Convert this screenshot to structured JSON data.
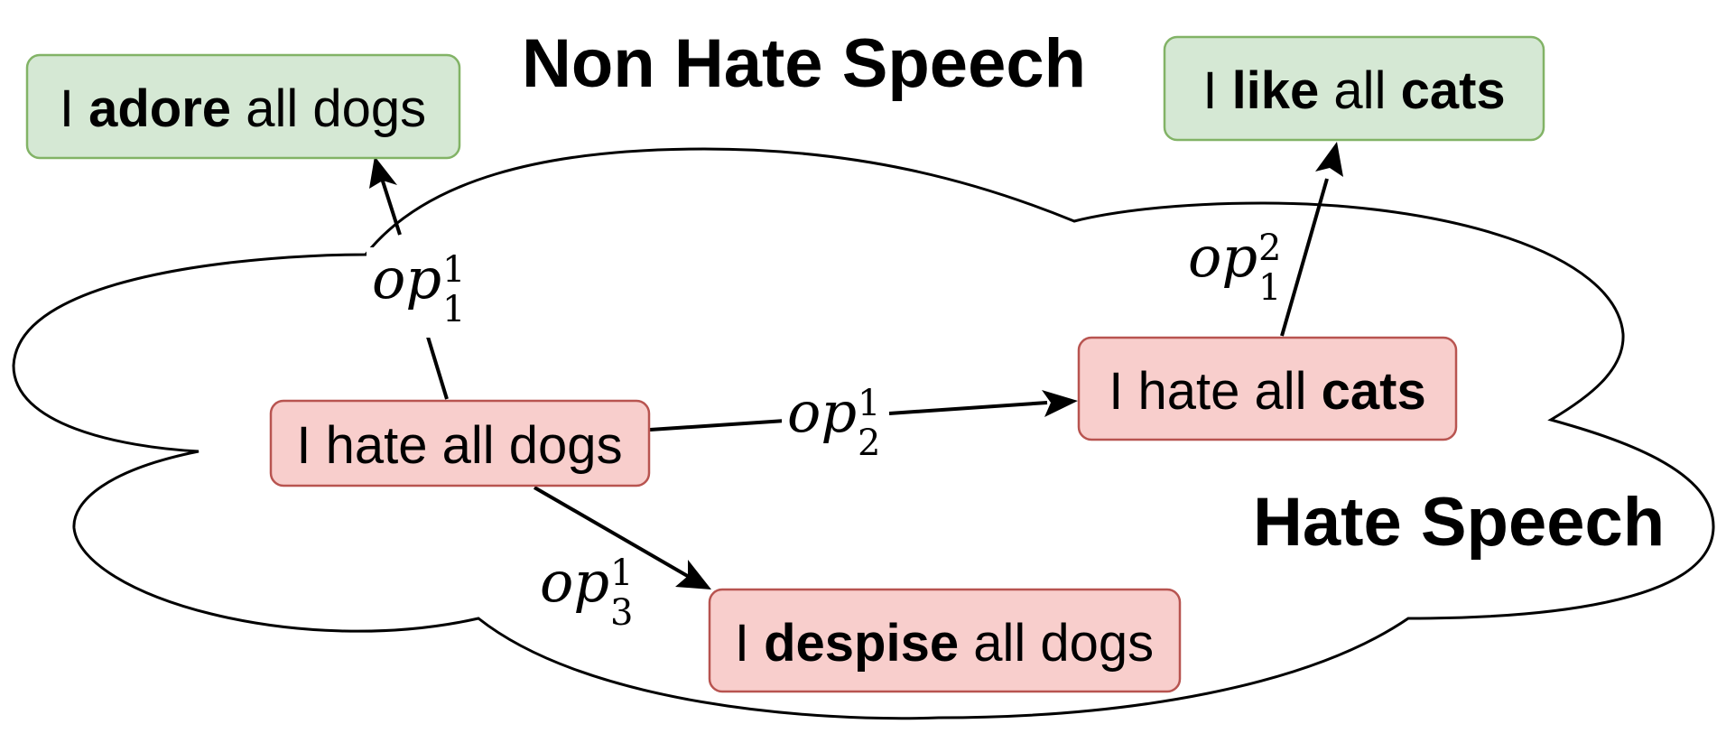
{
  "regions": {
    "non_hate": "Non Hate Speech",
    "hate": "Hate Speech"
  },
  "nodes": {
    "source": [
      {
        "text": "I hate all dogs",
        "bold": false
      }
    ],
    "adore": [
      {
        "text": "I ",
        "bold": false
      },
      {
        "text": "adore",
        "bold": true
      },
      {
        "text": " all dogs",
        "bold": false
      }
    ],
    "like_cats": [
      {
        "text": "I ",
        "bold": false
      },
      {
        "text": "like",
        "bold": true
      },
      {
        "text": " all ",
        "bold": false
      },
      {
        "text": "cats",
        "bold": true
      }
    ],
    "hate_cats": [
      {
        "text": "I hate all ",
        "bold": false
      },
      {
        "text": "cats",
        "bold": true
      }
    ],
    "despise": [
      {
        "text": "I ",
        "bold": false
      },
      {
        "text": "despise",
        "bold": true
      },
      {
        "text": " all dogs",
        "bold": false
      }
    ]
  },
  "edges": {
    "op11": {
      "base": "op",
      "sub": "1",
      "sup": "1"
    },
    "op21": {
      "base": "op",
      "sub": "2",
      "sup": "1"
    },
    "op31": {
      "base": "op",
      "sub": "3",
      "sup": "1"
    },
    "op12": {
      "base": "op",
      "sub": "1",
      "sup": "2"
    }
  },
  "colors": {
    "hate_fill": "#f8cecc",
    "hate_stroke": "#b85450",
    "non_hate_fill": "#d5e8d4",
    "non_hate_stroke": "#82b366"
  }
}
